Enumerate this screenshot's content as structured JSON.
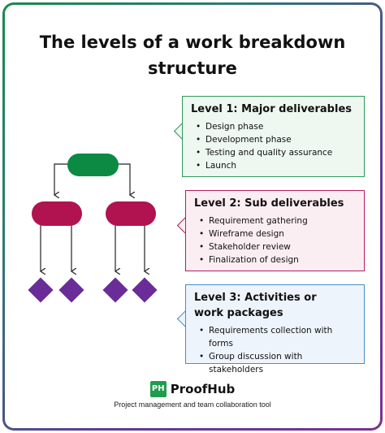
{
  "title": {
    "line1": "The levels of a work breakdown",
    "line2": "structure"
  },
  "levels": [
    {
      "heading_lines": [
        "Level 1: Major deliverables"
      ],
      "items": [
        "Design phase",
        "Development phase",
        "Testing and quality assurance",
        "Launch"
      ]
    },
    {
      "heading_lines": [
        "Level 2: Sub deliverables"
      ],
      "items": [
        "Requirement gathering",
        "Wireframe design",
        "Stakeholder review",
        "Finalization of design"
      ]
    },
    {
      "heading_lines": [
        "Level 3: Activities or",
        "work packages"
      ],
      "items": [
        "Requirements collection with forms",
        "Group discussion with stakeholders"
      ]
    }
  ],
  "brand": {
    "logo_text": "PH",
    "name": "ProofHub",
    "tagline": "Project management and team collaboration tool"
  },
  "colors": {
    "level1": "#0c8a43",
    "level2": "#b0134f",
    "level3": "#6a2c96",
    "frame_start": "#1b8a4d",
    "frame_end": "#7a3291"
  }
}
